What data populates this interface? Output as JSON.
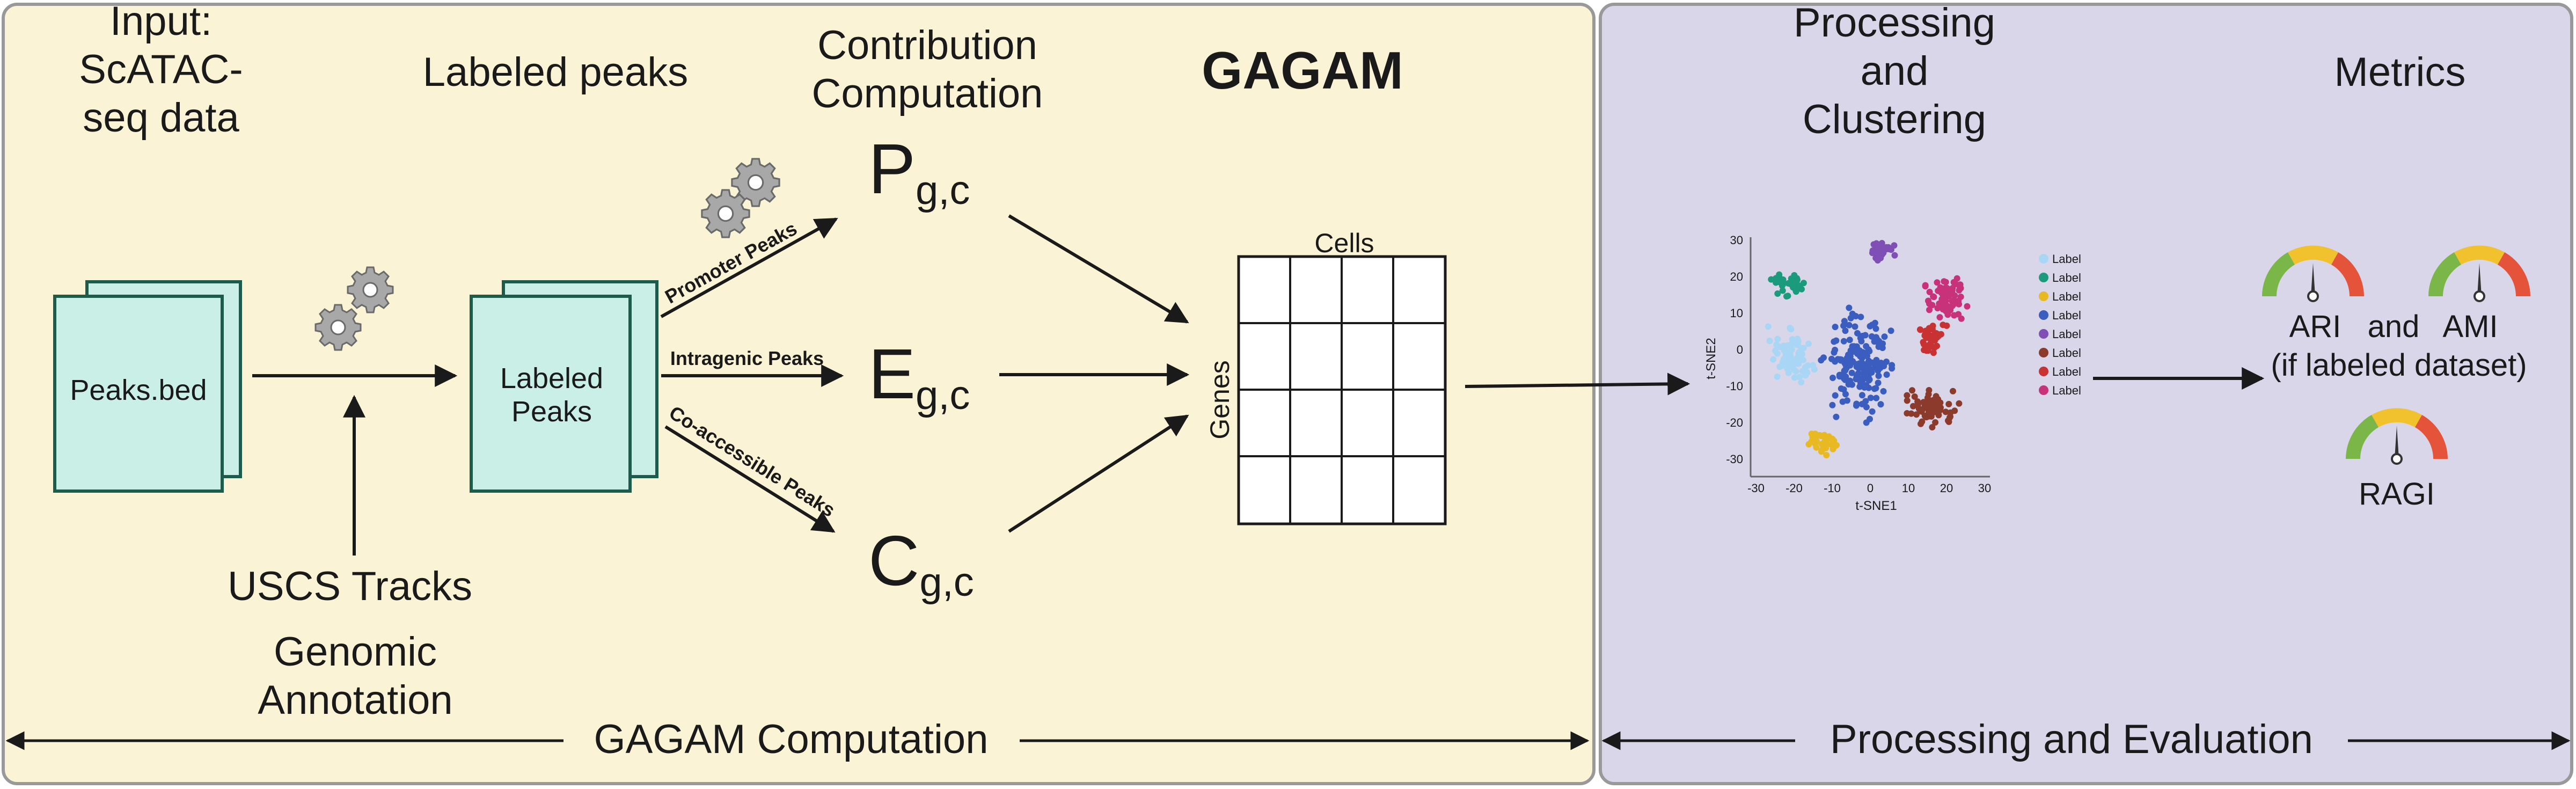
{
  "panels": {
    "left_color": "#faf3d6",
    "right_color": "#d9d6ea",
    "border_color": "#999999"
  },
  "headers": {
    "input_line1": "Input:",
    "input_line2": "ScATAC-",
    "input_line3": "seq data",
    "labeled_peaks": "Labeled peaks",
    "contribution_line1": "Contribution",
    "contribution_line2": "Computation",
    "gagam": "GAGAM",
    "processing_line1": "Processing",
    "processing_line2": "and",
    "processing_line3": "Clustering",
    "metrics": "Metrics"
  },
  "files": {
    "peaks_bed": "Peaks.bed",
    "labeled_line1": "Labeled",
    "labeled_line2": "Peaks",
    "file_fill": "#c9efe6",
    "file_stroke": "#1d5c4c"
  },
  "tracks": {
    "usc": "USCS Tracks",
    "genomic_line1": "Genomic",
    "genomic_line2": "Annotation"
  },
  "peak_types": {
    "promoter": "Promoter Peaks",
    "intragenic": "Intragenic Peaks",
    "coaccessible": "Co-accessible Peaks"
  },
  "contributions": {
    "p_main": "P",
    "p_sub": "g,c",
    "e_main": "E",
    "e_sub": "g,c",
    "c_main": "C",
    "c_sub": "g,c"
  },
  "matrix": {
    "cols_label": "Cells",
    "rows_label": "Genes"
  },
  "tsne": {
    "xlabel": "t-SNE1",
    "ylabel": "t-SNE2",
    "x_ticks": [
      "-30",
      "-20",
      "-10",
      "0",
      "10",
      "20",
      "30"
    ],
    "y_ticks": [
      "30",
      "20",
      "10",
      "0",
      "-10",
      "-20",
      "-30"
    ],
    "legend_labels": [
      "Label",
      "Label",
      "Label",
      "Label",
      "Label",
      "Label",
      "Label",
      "Label"
    ],
    "cluster_colors": [
      "#a9d6f5",
      "#1b9a7c",
      "#e8b923",
      "#3a5dbf",
      "#7f4fb5",
      "#8b3a2b",
      "#c93232",
      "#c8327a"
    ]
  },
  "metrics": {
    "ari": "ARI",
    "and": "and",
    "ami": "AMI",
    "note": "(if labeled dataset)",
    "ragi": "RAGI"
  },
  "footer": {
    "left": "GAGAM Computation",
    "right": "Processing and Evaluation"
  }
}
